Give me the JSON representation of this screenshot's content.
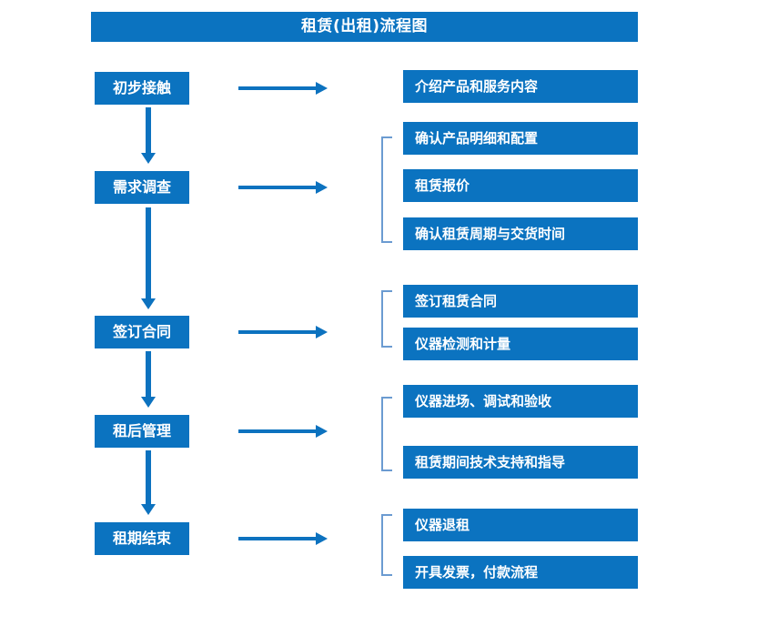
{
  "diagram": {
    "title": "租赁(出租)流程图",
    "accent_color": "#0B73C0",
    "bracket_color": "#6B9BD1",
    "text_color": "#FFFFFF",
    "background_color": "#FFFFFF",
    "stages": [
      {
        "label": "初步接触",
        "details": [
          "介绍产品和服务内容"
        ]
      },
      {
        "label": "需求调查",
        "details": [
          "确认产品明细和配置",
          "租赁报价",
          "确认租赁周期与交货时间"
        ]
      },
      {
        "label": "签订合同",
        "details": [
          "签订租赁合同",
          "仪器检测和计量"
        ]
      },
      {
        "label": "租后管理",
        "details": [
          "仪器进场、调试和验收",
          "租赁期间技术支持和指导"
        ]
      },
      {
        "label": "租期结束",
        "details": [
          "仪器退租",
          "开具发票，付款流程"
        ]
      }
    ],
    "detail_boxes": [
      "介绍产品和服务内容",
      "确认产品明细和配置",
      "租赁报价",
      "确认租赁周期与交货时间",
      "签订租赁合同",
      "仪器检测和计量",
      "仪器进场、调试和验收",
      "租赁期间技术支持和指导",
      "仪器退租",
      "开具发票，付款流程"
    ]
  }
}
